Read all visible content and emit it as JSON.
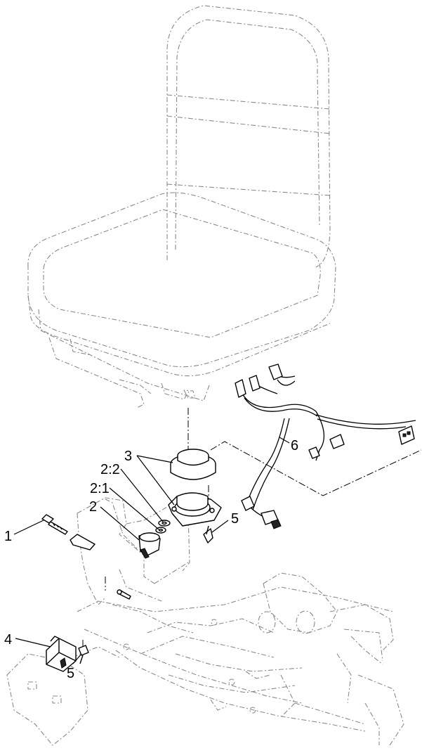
{
  "callouts": {
    "c1": "1",
    "c2": "2",
    "c21": "2:1",
    "c22": "2:2",
    "c3": "3",
    "c4": "4",
    "c5a": "5",
    "c5b": "5",
    "c6": "6"
  },
  "colors": {
    "ink": "#000000",
    "phantom": "#8a8a8a",
    "background": "#ffffff"
  }
}
